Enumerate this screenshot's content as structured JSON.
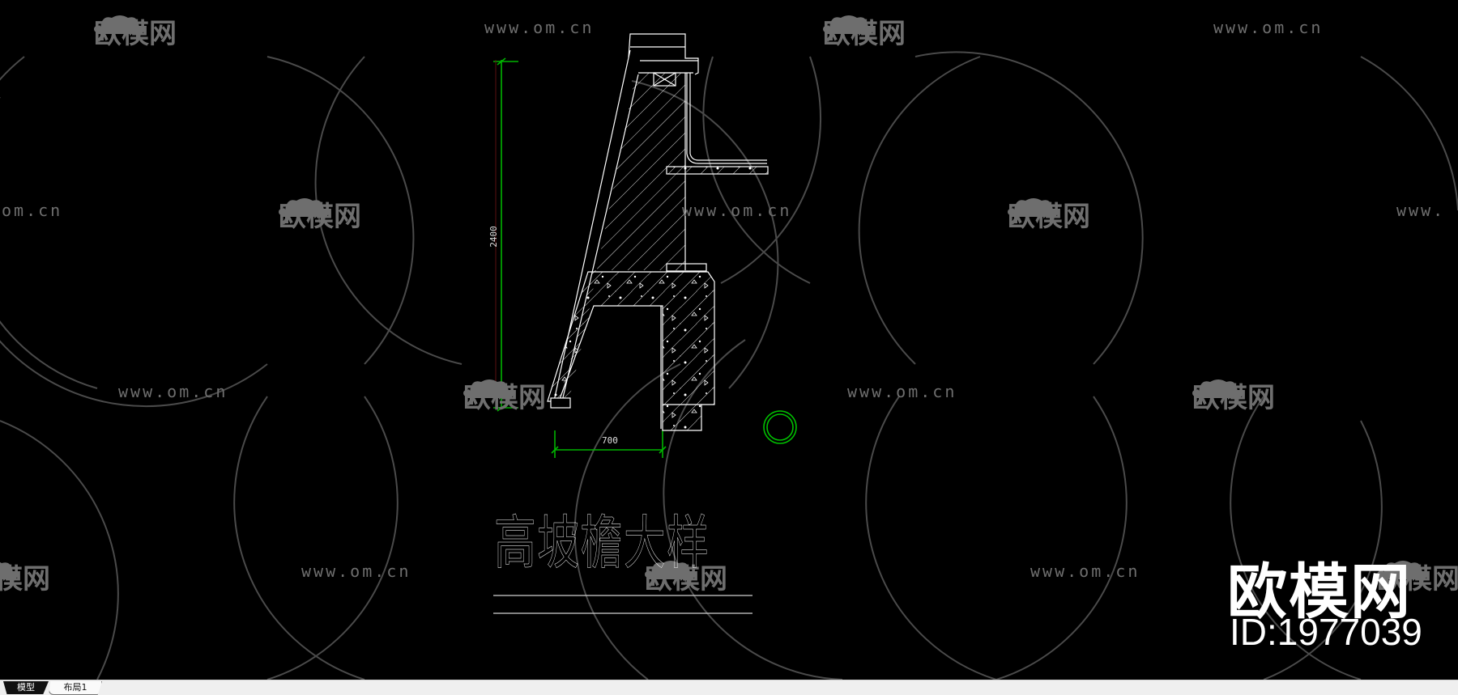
{
  "drawing": {
    "title": "高坡檐大样",
    "dimensions": {
      "vertical": "2400",
      "horizontal": "700"
    },
    "colors": {
      "background": "#000000",
      "linework": "#ffffff",
      "dimension": "#00c000",
      "watermark": "#6e6e6e"
    }
  },
  "watermarks": {
    "url_text": "www.om.cn",
    "url_text_partial_left": "om.cn",
    "url_text_partial_right": "www.",
    "logo_text": "欧模网",
    "logo_text_partial": "欧模网"
  },
  "branding": {
    "name": "欧模网",
    "id_label": "ID:1977039"
  },
  "tabs": [
    {
      "label": "模型",
      "active": true
    },
    {
      "label": "布局1",
      "active": false
    }
  ]
}
